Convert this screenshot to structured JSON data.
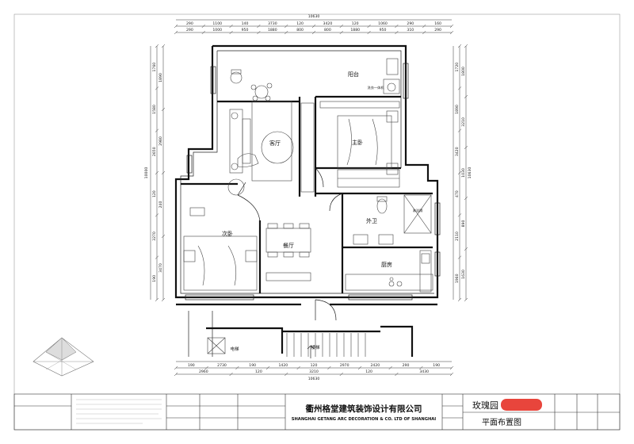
{
  "rooms": {
    "balcony": "阳台",
    "living": "客厅",
    "master_bedroom": "主卧",
    "second_bedroom": "次卧",
    "dining": "餐厅",
    "bathroom": "外卫",
    "kitchen": "厨房",
    "elevator": "电梯",
    "stairs": "楼梯"
  },
  "annotations": {
    "balcony_note": "洗衣一体机",
    "shower_note": "淋浴隔"
  },
  "dims_top": {
    "overall": "10630",
    "row1": [
      "290",
      "1100",
      "140",
      "3730",
      "120",
      "3420",
      "120",
      "1060",
      "290",
      "160"
    ],
    "row2": [
      "290",
      "1000",
      "950",
      "1880",
      "800",
      "800",
      "1880",
      "950",
      "310",
      "290"
    ]
  },
  "dims_bottom": {
    "overall": "10630",
    "row1": [
      "190",
      "2730",
      "190",
      "1420",
      "120",
      "2970",
      "2420",
      "290",
      "190"
    ],
    "row2": [
      "2960",
      "120",
      "3210",
      "120",
      "3430"
    ]
  },
  "dims_left": {
    "overall": "10000",
    "row1": [
      "1760",
      "1580",
      "2650",
      "120",
      "3270",
      "190"
    ],
    "row2": [
      "1890",
      "2980",
      "240",
      "3470"
    ]
  },
  "dims_right": {
    "overall": "10630",
    "row1": [
      "1720",
      "1890",
      "3420",
      "470",
      "2110",
      "1960"
    ],
    "row2": [
      "1800",
      "3210",
      "1030",
      "890",
      "1630"
    ]
  },
  "title_block": {
    "company_cn": "衢州格堂建筑装饰设计有限公司",
    "company_en": "SHANGHAI GETANG ARC DECORATION & CO. LTD OF SHANGHAI",
    "project": "玫瑰园",
    "drawing": "平面布置图"
  },
  "colors": {
    "redaction": "#e8453c",
    "ink": "#111111"
  }
}
